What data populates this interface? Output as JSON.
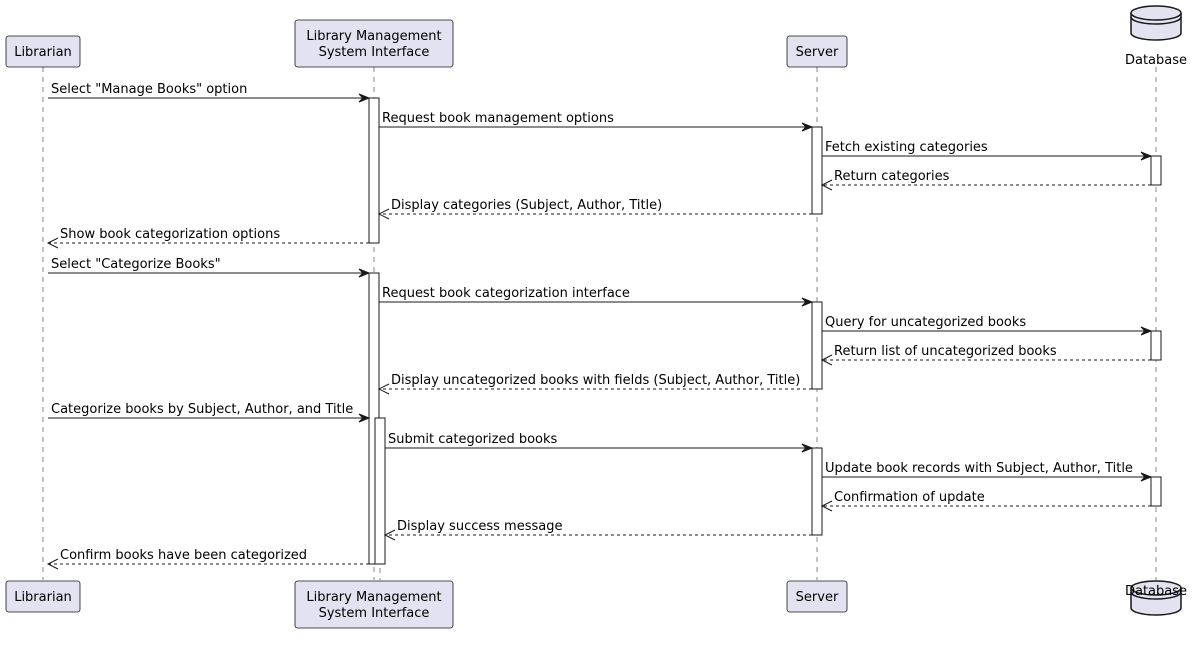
{
  "participants": [
    {
      "id": "librarian",
      "label_lines": [
        "Librarian"
      ],
      "kind": "participant"
    },
    {
      "id": "lms",
      "label_lines": [
        "Library Management",
        "System Interface"
      ],
      "kind": "participant"
    },
    {
      "id": "server",
      "label_lines": [
        "Server"
      ],
      "kind": "participant"
    },
    {
      "id": "database",
      "label_lines": [
        "Database"
      ],
      "kind": "database"
    }
  ],
  "messages": [
    {
      "from": "librarian",
      "to": "lms",
      "text": "Select \"Manage Books\" option",
      "kind": "sync"
    },
    {
      "from": "lms",
      "to": "server",
      "text": "Request book management options",
      "kind": "sync"
    },
    {
      "from": "server",
      "to": "database",
      "text": "Fetch existing categories",
      "kind": "sync"
    },
    {
      "from": "database",
      "to": "server",
      "text": "Return categories",
      "kind": "return"
    },
    {
      "from": "server",
      "to": "lms",
      "text": "Display categories (Subject, Author, Title)",
      "kind": "return"
    },
    {
      "from": "lms",
      "to": "librarian",
      "text": "Show book categorization options",
      "kind": "return"
    },
    {
      "from": "librarian",
      "to": "lms",
      "text": "Select \"Categorize Books\"",
      "kind": "sync"
    },
    {
      "from": "lms",
      "to": "server",
      "text": "Request book categorization interface",
      "kind": "sync"
    },
    {
      "from": "server",
      "to": "database",
      "text": "Query for uncategorized books",
      "kind": "sync"
    },
    {
      "from": "database",
      "to": "server",
      "text": "Return list of uncategorized books",
      "kind": "return"
    },
    {
      "from": "server",
      "to": "lms",
      "text": "Display uncategorized books with fields (Subject, Author, Title)",
      "kind": "return"
    },
    {
      "from": "librarian",
      "to": "lms",
      "text": "Categorize books by Subject, Author, and Title",
      "kind": "sync"
    },
    {
      "from": "lms",
      "to": "server",
      "text": "Submit categorized books",
      "kind": "sync"
    },
    {
      "from": "server",
      "to": "database",
      "text": "Update book records with Subject, Author, Title",
      "kind": "sync"
    },
    {
      "from": "database",
      "to": "server",
      "text": "Confirmation of update",
      "kind": "return"
    },
    {
      "from": "server",
      "to": "lms",
      "text": "Display success message",
      "kind": "return"
    },
    {
      "from": "lms",
      "to": "librarian",
      "text": "Confirm books have been categorized",
      "kind": "return"
    }
  ]
}
